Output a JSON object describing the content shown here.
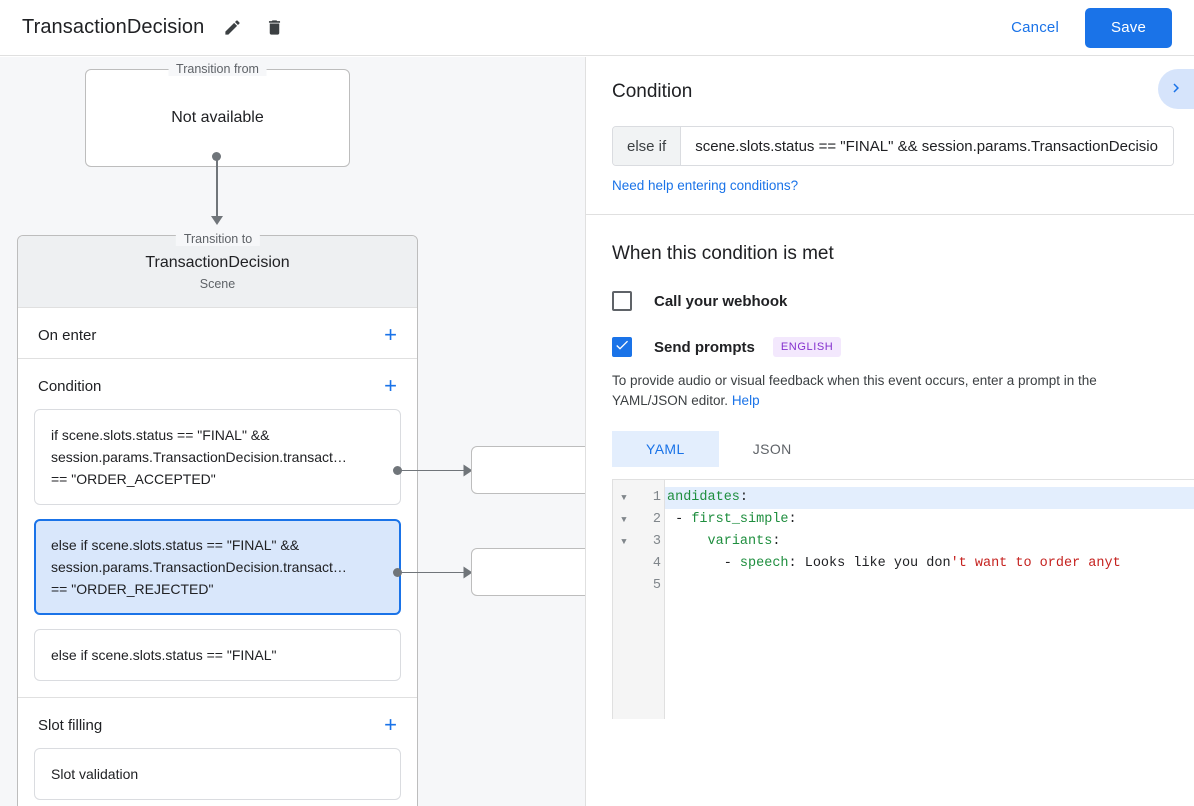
{
  "topbar": {
    "title": "TransactionDecision",
    "edit_icon": "pencil-icon",
    "delete_icon": "trash-icon",
    "cancel_label": "Cancel",
    "save_label": "Save",
    "accent_color": "#1a73e8"
  },
  "graph": {
    "transition_from": {
      "legend": "Transition from",
      "value": "Not available"
    },
    "transition_to": {
      "legend": "Transition to",
      "name": "TransactionDecision",
      "subtitle": "Scene"
    },
    "sections": [
      {
        "title": "On enter",
        "add_label": "+",
        "items": []
      },
      {
        "title": "Condition",
        "add_label": "+",
        "items": [
          {
            "selected": false,
            "lines": [
              "if scene.slots.status == \"FINAL\" &&",
              "session.params.TransactionDecision.transact…",
              "== \"ORDER_ACCEPTED\""
            ]
          },
          {
            "selected": true,
            "lines": [
              "else if scene.slots.status == \"FINAL\" &&",
              "session.params.TransactionDecision.transact…",
              "== \"ORDER_REJECTED\""
            ]
          },
          {
            "selected": false,
            "lines": [
              "else if scene.slots.status == \"FINAL\""
            ]
          }
        ]
      },
      {
        "title": "Slot filling",
        "add_label": "+",
        "items": [
          {
            "selected": false,
            "lines": [
              "Slot validation"
            ]
          }
        ]
      }
    ]
  },
  "panel": {
    "title": "Condition",
    "collapse_icon": "chevron-right-icon",
    "condition": {
      "prefix": "else if",
      "value": "scene.slots.status == \"FINAL\" && session.params.TransactionDecision."
    },
    "help_link": "Need help entering conditions?",
    "when_met_title": "When this condition is met",
    "webhook": {
      "label": "Call your webhook",
      "checked": false
    },
    "prompts": {
      "label": "Send prompts",
      "checked": true,
      "badge": "ENGLISH",
      "badge_color": "#8430ce"
    },
    "helper_text": "To provide audio or visual feedback when this event occurs, enter a prompt in the YAML/JSON editor.",
    "helper_link": "Help",
    "tabs": [
      {
        "label": "YAML",
        "active": true
      },
      {
        "label": "JSON",
        "active": false
      }
    ],
    "editor": {
      "line_numbers": [
        "1",
        "2",
        "3",
        "4",
        "5"
      ],
      "fold_rows": [
        true,
        true,
        true,
        false,
        false
      ],
      "highlight_line": 1,
      "lines": [
        [
          {
            "t": "andidates",
            "c": "k"
          },
          {
            "t": ":",
            "c": "p"
          }
        ],
        [
          {
            "t": " - ",
            "c": "p"
          },
          {
            "t": "first_simple",
            "c": "k"
          },
          {
            "t": ":",
            "c": "p"
          }
        ],
        [
          {
            "t": "     ",
            "c": "p"
          },
          {
            "t": "variants",
            "c": "k"
          },
          {
            "t": ":",
            "c": "p"
          }
        ],
        [
          {
            "t": "       - ",
            "c": "p"
          },
          {
            "t": "speech",
            "c": "k"
          },
          {
            "t": ": ",
            "c": "p"
          },
          {
            "t": "Looks like you don",
            "c": "p"
          },
          {
            "t": "'t want to order anyt",
            "c": "s"
          }
        ],
        [
          {
            "t": "",
            "c": "p"
          }
        ]
      ]
    }
  }
}
